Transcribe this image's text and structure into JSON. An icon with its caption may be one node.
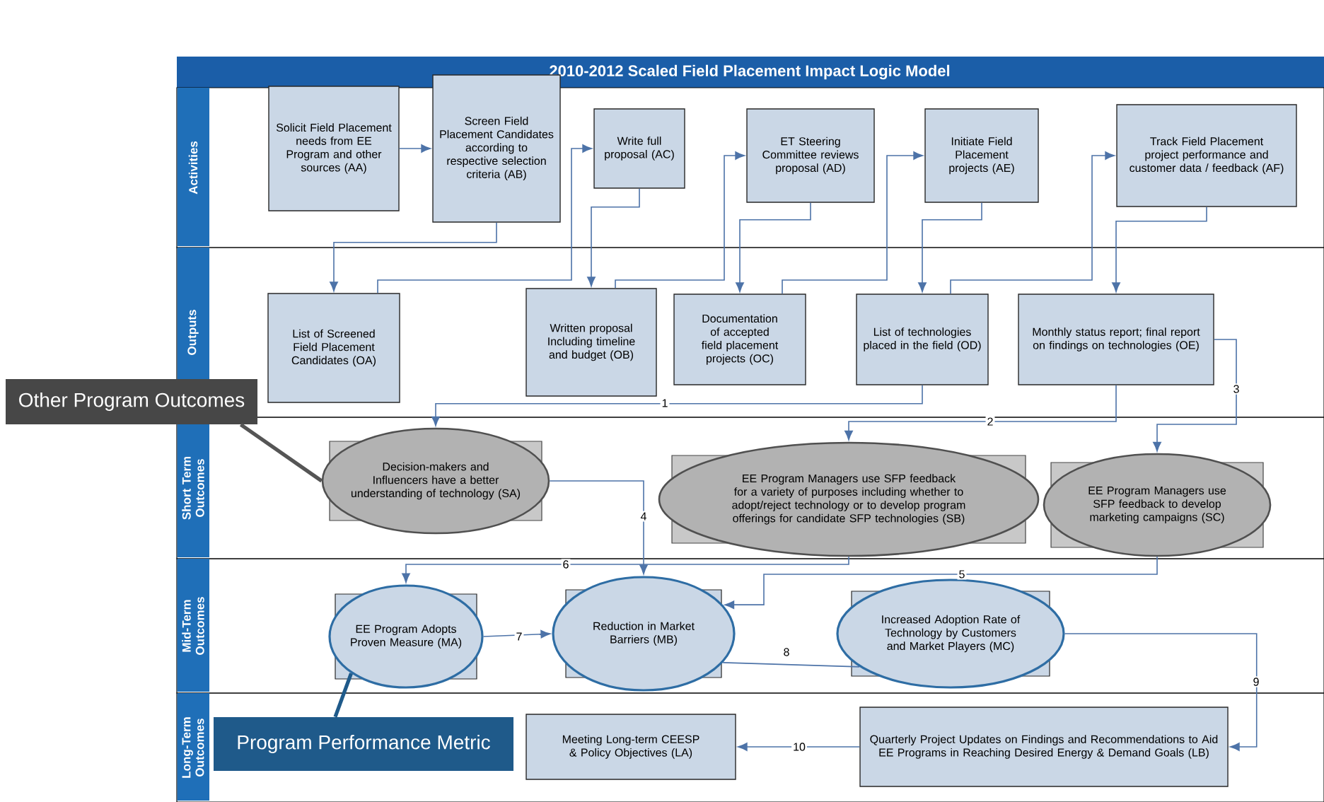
{
  "diagram": {
    "title": "2010-2012 Scaled Field Placement Impact Logic Model",
    "nodes": [
      {
        "text": [
          "Activities"
        ]
      },
      {
        "text": [
          "Outputs"
        ]
      },
      {
        "text": [
          "Short Term Outcomes"
        ]
      },
      {
        "text": [
          "Mid-Term Outcomes"
        ]
      },
      {
        "text": [
          "Long-Term Outcomes"
        ]
      },
      {
        "text": [
          "Solicit Field Placement needs from EE Program and other sources (AA)"
        ],
        "in": 0
      },
      {
        "text": [
          "Screen Field Placement Candidates according to respective selection criteria (AB)"
        ],
        "in": 0
      },
      {
        "text": [
          "Write full proposal (AC)"
        ],
        "in": 0
      },
      {
        "text": [
          "ET Steering Committee reviews proposal (AD)"
        ],
        "in": 0
      },
      {
        "text": [
          "Initiate Field Placement projects (AE)"
        ],
        "in": 0
      },
      {
        "text": [
          "Track Field Placement project performance and customer data / feedback (AF)"
        ],
        "in": 0
      },
      {
        "text": [
          "List of Screened Field Placement Candidates (OA)"
        ],
        "in": 1
      },
      {
        "text": [
          "Written proposal Including timeline and budget (OB)"
        ],
        "in": 1
      },
      {
        "text": [
          "Documentation of accepted field placement projects (OC)"
        ],
        "in": 1
      },
      {
        "text": [
          "List of technologies placed in the field (OD)"
        ],
        "in": 1
      },
      {
        "text": [
          "Monthly status report; final report on findings on technologies (OE)"
        ],
        "in": 1
      },
      {
        "text": [
          "Decision-makers and Influencers have a better understanding of technology (SA)"
        ],
        "in": 2
      },
      {
        "text": [
          "EE Program Managers use SFP feedback for a variety of purposes including whether to adopt/reject technology or to develop program offerings for candidate SFP technologies (SB)"
        ],
        "in": 2
      },
      {
        "text": [
          "EE Program Managers use SFP feedback to develop marketing campaigns (SC)"
        ],
        "in": 2
      },
      {
        "text": [
          "EE Program Adopts Proven Measure (MA)"
        ],
        "in": 3
      },
      {
        "text": [
          "Reduction in Market Barriers (MB)"
        ],
        "in": 3
      },
      {
        "text": [
          "Increased Adoption Rate of Technology by Customers and Market Players (MC)"
        ],
        "in": 3
      },
      {
        "text": [
          "Meeting Long-term CEESP & Policy Objectives (LA)"
        ],
        "in": 4
      },
      {
        "text": [
          "Quarterly Project Updates on Findings and Recommendations to Aid EE Programs in Reaching Desired Energy & Demand Goals (LB)"
        ],
        "in": 4
      },
      {
        "text": [
          "Other Program Outcomes"
        ]
      },
      {
        "text": [
          "Program Performance Metric"
        ],
        "in": 4
      }
    ],
    "edges": [
      {
        "from": 5,
        "to": 6,
        "arrow": "to"
      },
      {
        "from": 6,
        "to": 11,
        "arrow": "to"
      },
      {
        "from": 11,
        "to": 7,
        "arrow": "to"
      },
      {
        "from": 7,
        "to": 12,
        "arrow": "to"
      },
      {
        "from": 12,
        "to": 8,
        "arrow": "to"
      },
      {
        "from": 8,
        "to": 13,
        "arrow": "to"
      },
      {
        "from": 13,
        "to": 9,
        "arrow": "to"
      },
      {
        "from": 9,
        "to": 14,
        "arrow": "to"
      },
      {
        "from": 14,
        "to": 10,
        "arrow": "to"
      },
      {
        "from": 10,
        "to": 15,
        "arrow": "to"
      },
      {
        "from": 14,
        "to": 16,
        "arrow": "to",
        "label": "1"
      },
      {
        "from": 15,
        "to": 17,
        "arrow": "to",
        "label": "2"
      },
      {
        "from": 15,
        "to": 18,
        "arrow": "to",
        "label": "3"
      },
      {
        "from": 16,
        "to": 20,
        "arrow": "to",
        "label": "4"
      },
      {
        "from": 18,
        "to": 20,
        "arrow": "to",
        "label": "5"
      },
      {
        "from": 17,
        "to": 19,
        "arrow": "to",
        "label": "6"
      },
      {
        "from": 19,
        "to": 20,
        "arrow": "to",
        "label": "7"
      },
      {
        "from": 21,
        "to": 20,
        "arrow": "none",
        "label": "8"
      },
      {
        "from": 21,
        "to": 23,
        "arrow": "to",
        "label": "9"
      },
      {
        "from": 23,
        "to": 22,
        "arrow": "to",
        "label": "10"
      },
      {
        "from": 24,
        "to": 16,
        "arrow": "none",
        "style": "thick",
        "color": "#555555"
      },
      {
        "from": 25,
        "to": 19,
        "arrow": "none",
        "style": "thick",
        "color": "#1f5a8a"
      }
    ]
  }
}
